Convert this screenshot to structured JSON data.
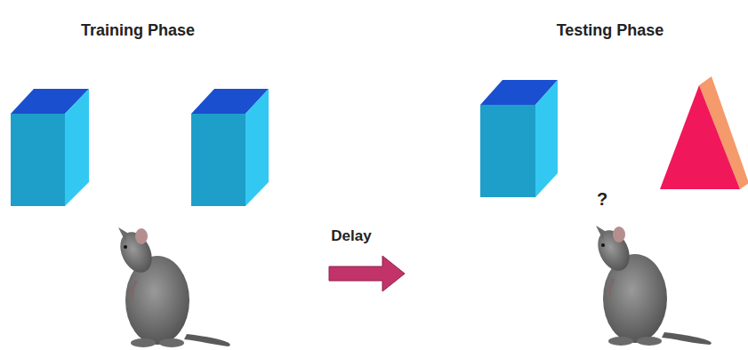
{
  "diagram": {
    "labels": [
      "Training Phase",
      "Delay",
      "Testing Phase",
      "?"
    ]
  }
}
